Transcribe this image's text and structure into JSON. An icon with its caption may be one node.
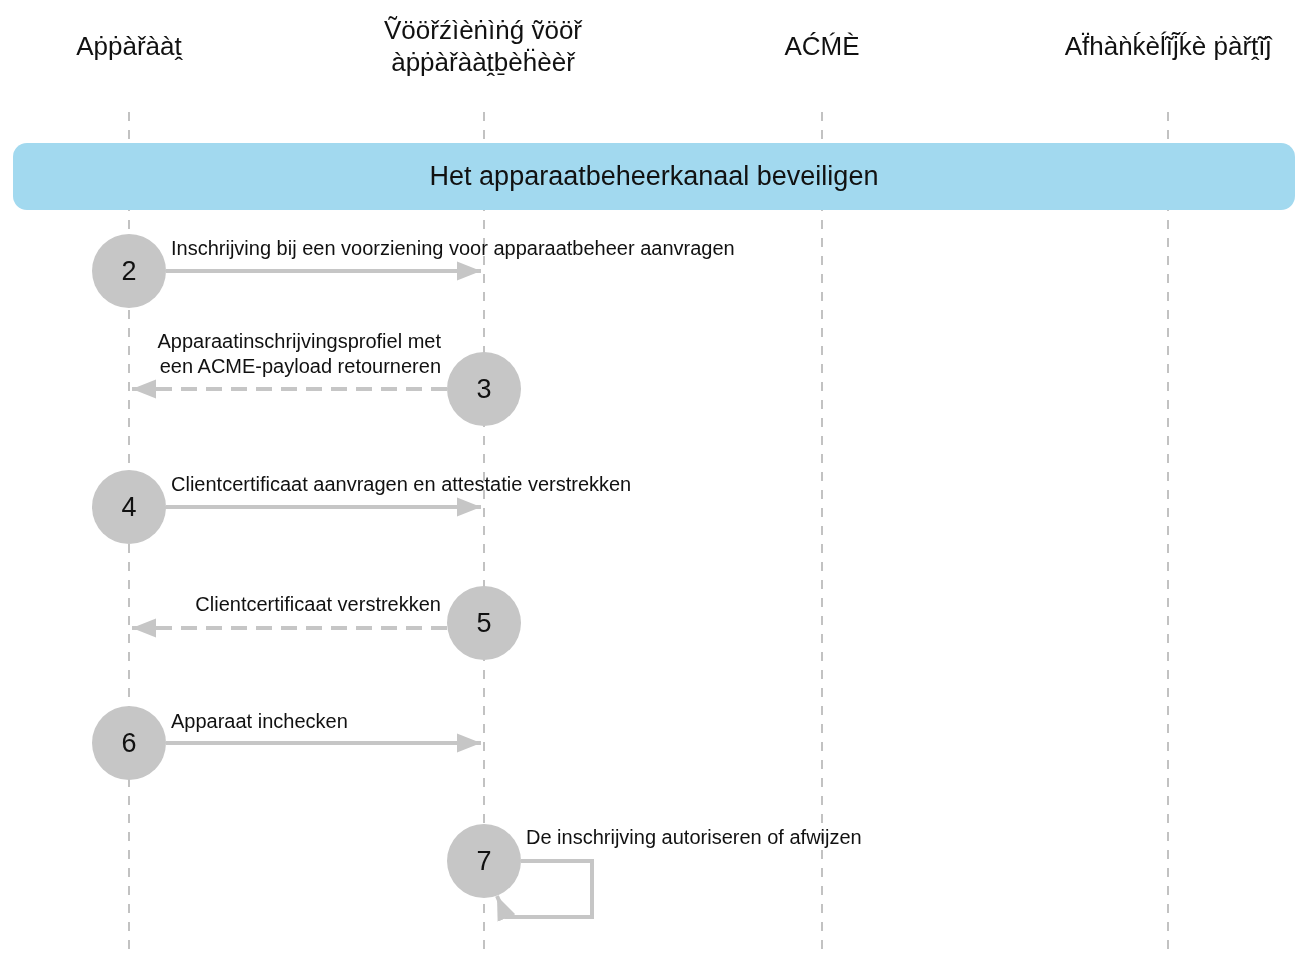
{
  "diagram": {
    "nodes": [
      {
        "text": [
          "Aṗṗàřààṱ"
        ]
      },
      {
        "text": [
          "Ṽööřźìèṅìṅǵ ṽööř àṗṗàřààṱḇèḧèèř"
        ]
      },
      {
        "text": [
          "AĆḾÈ"
        ]
      },
      {
        "text": [
          "Af̈hàǹḱèĺĩj̃ḱè ṗàřṱĩĵ"
        ]
      },
      {
        "text": [],
        "shape": "line"
      },
      {
        "text": [],
        "shape": "line"
      },
      {
        "text": [],
        "shape": "line"
      },
      {
        "text": [],
        "shape": "line"
      },
      {
        "text": [
          "Het apparaatbeheerkanaal beveiligen"
        ]
      },
      {
        "text": [
          "2"
        ],
        "in": 4
      },
      {
        "text": [
          "3"
        ],
        "in": 5
      },
      {
        "text": [
          "4"
        ],
        "in": 4
      },
      {
        "text": [
          "5"
        ],
        "in": 5
      },
      {
        "text": [
          "6"
        ],
        "in": 4
      },
      {
        "text": [
          "7"
        ],
        "in": 5
      }
    ],
    "edges": [
      {
        "from": 9,
        "to": 5,
        "arrow": "to",
        "label": "Inschrijving bij een voorziening voor apparaatbeheer aanvragen"
      },
      {
        "from": 10,
        "to": 4,
        "arrow": "to",
        "style": "dashed",
        "label": "Apparaatinschrijvingsprofiel met een ACME-payload retourneren"
      },
      {
        "from": 11,
        "to": 5,
        "arrow": "to",
        "label": "Clientcertificaat aanvragen en attestatie verstrekken"
      },
      {
        "from": 12,
        "to": 4,
        "arrow": "to",
        "style": "dashed",
        "label": "Clientcertificaat verstrekken"
      },
      {
        "from": 13,
        "to": 5,
        "arrow": "to",
        "label": "Apparaat inchecken"
      },
      {
        "from": 14,
        "to": 14,
        "arrow": "to",
        "label": "De inschrijving autoriseren of afwijzen"
      }
    ]
  }
}
